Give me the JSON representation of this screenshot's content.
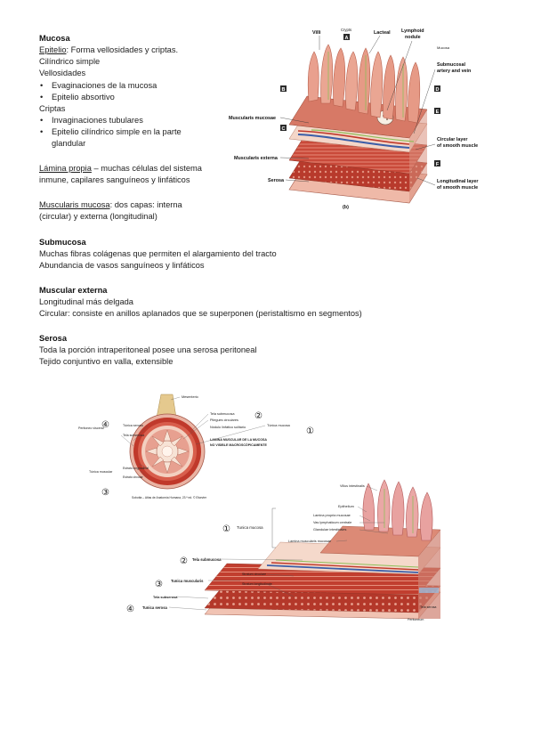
{
  "text": {
    "mucosa_title": "Mucosa",
    "epitelio_label": "Epitelio",
    "epitelio_rest": ": Forma vellosidades y criptas.",
    "cilindrico": "Cilíndrico simple",
    "vellosidades": "Vellosidades",
    "v_b1": "Evaginaciones de la mucosa",
    "v_b2": "Epitelio absortivo",
    "criptas": "Criptas",
    "c_b1": "Invaginaciones tubulares",
    "c_b2a": "Epitelio cilíndrico simple en la parte",
    "c_b2b": "glandular",
    "lamina_label": "Lámina propia",
    "lamina_rest": " – muchas células del sistema",
    "lamina_2": "inmune, capilares sanguíneos y linfáticos",
    "musc_muc_label": "Muscularis mucosa",
    "musc_muc_rest": ": dos capas: interna",
    "musc_muc_2": "(circular) y externa (longitudinal)",
    "submucosa_title": "Submucosa",
    "sub_1": "Muchas fibras colágenas que permiten el alargamiento del tracto",
    "sub_2": "Abundancia de vasos sanguíneos y linfáticos",
    "muscext_title": "Muscular externa",
    "me_1": "Longitudinal más delgada",
    "me_2": "Circular: consiste en anillos aplanados que se superponen (peristaltismo en segmentos)",
    "serosa_title": "Serosa",
    "ser_1": "Toda la porción intraperitoneal posee una serosa peritoneal",
    "ser_2": "Tejido conjuntivo en valla, extensible"
  },
  "fig1": {
    "villi": "Villi",
    "crypts": "Crypts",
    "lacteal": "Lacteal",
    "lymphoid_1": "Lymphoid",
    "lymphoid_2": "nodule",
    "muscosa": "Mucosa",
    "submucosal_1": "Submucosal",
    "submucosal_2": "artery and vein",
    "muscularis_mucosae": "Muscularis mucosae",
    "muscularis_externa": "Muscularis externa",
    "serosa": "Serosa",
    "circular_1": "Circular layer",
    "circular_2": "of smooth muscle",
    "longitudinal_1": "Longitudinal layer",
    "longitudinal_2": "of smooth muscle",
    "caption": "(b)",
    "tag_a": "A",
    "tag_b": "B",
    "tag_c": "C",
    "tag_d": "D",
    "tag_e": "E",
    "tag_f": "F"
  },
  "fig2": {
    "n1": "①",
    "n2": "②",
    "n3": "③",
    "n4": "④",
    "mesenterio": "Mesenterio",
    "tela_submucosa": "Tela submucosa",
    "tunica_serosa": "Túnica serosa",
    "subserosa": "Tela subserosa",
    "peritoneo": "Peritoneo visceral",
    "tunica_mucosa": "Túnica mucosa",
    "pliegues": "Pliegues circulares",
    "lamina_caps": "LAMINA MUSCULAR DE LA MUCOSA",
    "lamina_caps2": "NO VISIBLE MACROSCÓPICAMENTE",
    "tunica_muscular": "Túnica muscular",
    "estrato_long": "Estrato longitudinal",
    "estrato_circ": "Estrato circular",
    "nodulo": "Nódulo linfático solitario",
    "credit": "Sobotta – Atlas de Anatomía Humana, 23.ª ed. © Elsevier"
  },
  "fig3": {
    "villus": "Villus intestinalis",
    "epithelium": "Epithelium",
    "lamina_propria": "Lamina propria mucosae",
    "vas_lymph": "Vas lymphaticum centrale",
    "glandulae": "Glandulae intestinales",
    "lamina_musc": "Lamina muscularis mucosae",
    "tunica_mucosa": "Tunica mucosa",
    "tela_submucosa": "Tela submucosa",
    "tunica_muscularis": "Tunica muscularis",
    "stratum_circ": "Stratum circulare",
    "stratum_long": "Stratum longitudinale",
    "tela_subserosa": "Tela subserosa",
    "tunica_serosa": "Tunica serosa",
    "tela_serosa_br": "Tela serosa",
    "peritoneum": "Peritoneum"
  },
  "colors": {
    "villus": "#e9a08e",
    "villus_dark": "#c96f5c",
    "muscle": "#c0392b",
    "muscle_light": "#e07a6a",
    "submucosa": "#f3d3c4",
    "tag_bg": "#2b2b2b",
    "vein": "#3b5ea8",
    "lymph": "#8fbf5a"
  }
}
